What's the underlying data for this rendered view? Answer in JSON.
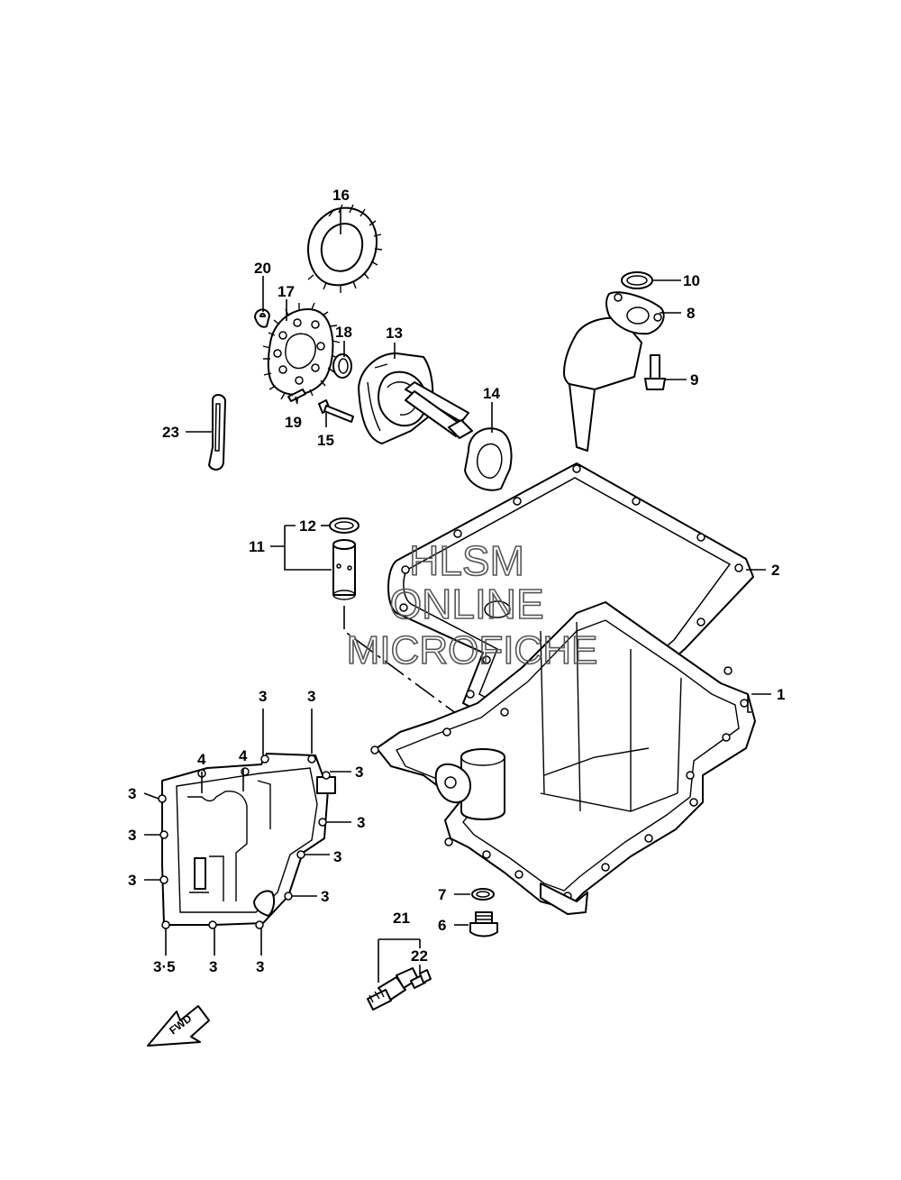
{
  "watermark": {
    "line1": "HLSM",
    "line2": "ONLINE",
    "line3": "MICROFICHE"
  },
  "fwd_label": "FWD",
  "callouts": {
    "c1": "1",
    "c2": "2",
    "c3": "3",
    "c3_5": "3·5",
    "c4": "4",
    "c6": "6",
    "c7": "7",
    "c8": "8",
    "c9": "9",
    "c10": "10",
    "c11": "11",
    "c12": "12",
    "c13": "13",
    "c14": "14",
    "c15": "15",
    "c16": "16",
    "c17": "17",
    "c18": "18",
    "c19": "19",
    "c20": "20",
    "c21": "21",
    "c22": "22",
    "c23": "23"
  }
}
